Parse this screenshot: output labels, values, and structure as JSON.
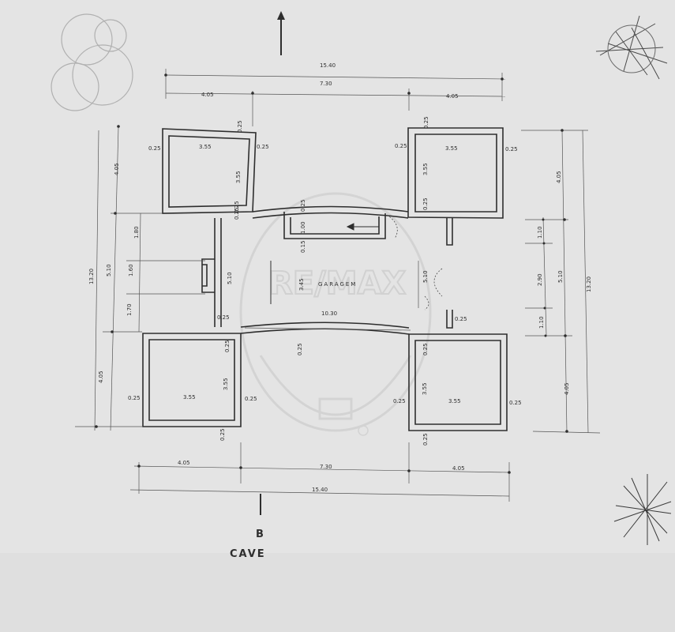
{
  "drawing": {
    "title": "CAVE",
    "section_mark": "B",
    "watermark": "RE/MAX",
    "room_label": "GARAGEM"
  },
  "dimensions": {
    "top_total": "15.40",
    "top_mid": "7.30",
    "top_left": "4.05",
    "top_right": "4.05",
    "bottom_left": "4.05",
    "bottom_mid": "7.30",
    "bottom_right": "4.05",
    "bottom_total": "15.40",
    "right_total": "13.20",
    "right_upper": "4.05",
    "right_mid": "5.10",
    "right_lower": "4.05",
    "right_seg_a": "1.10",
    "right_seg_b": "2.90",
    "right_seg_c": "1.10",
    "left_total": "13.20",
    "left_upper": "4.05",
    "left_mid": "5.10",
    "left_lower": "4.05",
    "left_seg_a": "1.80",
    "left_seg_b": "1.60",
    "left_seg_c": "1.70",
    "room_width": "3.55",
    "room_depth": "3.55",
    "wall": "0.25",
    "garage_width": "10.30",
    "garage_depth": "5.10",
    "stair_depth": "1.00",
    "stair_gap": "0.15",
    "garage_inner": "3.45"
  },
  "colors": {
    "paper": "#e4e4e4",
    "line": "#2e2e2e",
    "watermark": "#cfcfcf"
  }
}
